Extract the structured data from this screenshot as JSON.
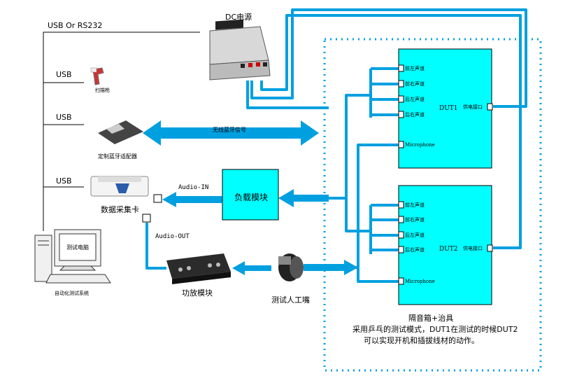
{
  "colors": {
    "accent": "#00a0e0",
    "dut_fill": "#00ffff",
    "load_fill": "#00ffff",
    "black": "#000000"
  },
  "pc": {
    "connection_label": "USB Or RS232",
    "screen_text": "测试电脑",
    "caption": "自动化测试系统"
  },
  "usb_labels": [
    "USB",
    "USB",
    "USB"
  ],
  "dc_power": {
    "title": "DC电源"
  },
  "scanner": {
    "label": "扫描枪"
  },
  "bt_adapter": {
    "label": "定制蓝牙适配器"
  },
  "bt_signal": {
    "label": "无线蓝牙信号"
  },
  "daq": {
    "label": "数据采集卡",
    "audio_in": "Audio-IN",
    "audio_out": "Audio-OUT"
  },
  "load_module": {
    "label": "负载模块"
  },
  "amp": {
    "label": "功放模块"
  },
  "mouth": {
    "label": "测试人工嘴"
  },
  "dut1": {
    "name": "DUT1",
    "ports": [
      "前左声道",
      "前右声道",
      "后左声道",
      "后右声道"
    ],
    "mic": "Microphone",
    "power": "供电接口"
  },
  "dut2": {
    "name": "DUT2",
    "ports": [
      "前左声道",
      "前右声道",
      "后左声道",
      "后右声道"
    ],
    "mic": "Microphone",
    "power": "供电接口"
  },
  "enclosure": {
    "title": "隔音箱+治具",
    "line1": "采用乒乓的测试模式，DUT1在测试的时候DUT2",
    "line2": "可以实现开机和插拔线材的动作。"
  }
}
